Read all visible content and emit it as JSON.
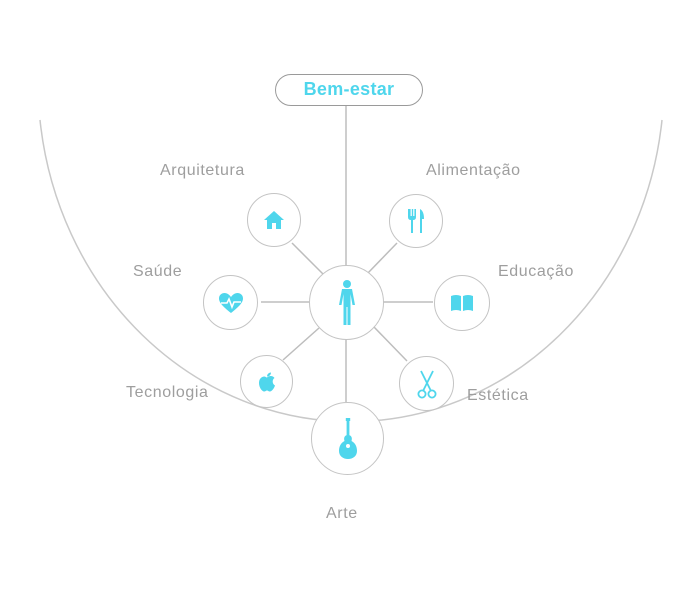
{
  "diagram": {
    "title": "Bem-estar",
    "accent_color": "#4fd6ec",
    "line_color": "#bdbdbd",
    "text_color": "#9e9e9e",
    "center": {
      "icon": "human-figure-icon"
    },
    "categories": [
      {
        "label": "Arquitetura",
        "icon": "house-icon"
      },
      {
        "label": "Alimentação",
        "icon": "fork-knife-icon"
      },
      {
        "label": "Saúde",
        "icon": "heart-pulse-icon"
      },
      {
        "label": "Educação",
        "icon": "open-book-icon"
      },
      {
        "label": "Tecnologia",
        "icon": "apple-icon"
      },
      {
        "label": "Estética",
        "icon": "scissors-icon"
      },
      {
        "label": "Arte",
        "icon": "guitar-icon"
      }
    ]
  }
}
